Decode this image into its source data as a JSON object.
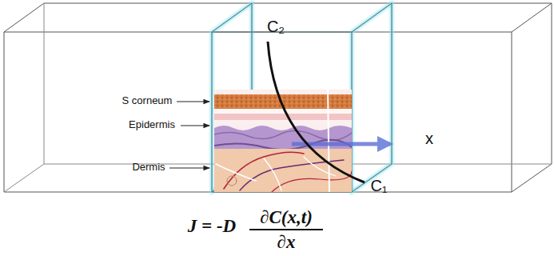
{
  "diagram": {
    "labels": [
      "C₂",
      "S corneum",
      "Epidermis",
      "Dermis",
      "x",
      "C₁",
      "J = -D",
      "∂C(x,t)",
      "∂x"
    ]
  }
}
